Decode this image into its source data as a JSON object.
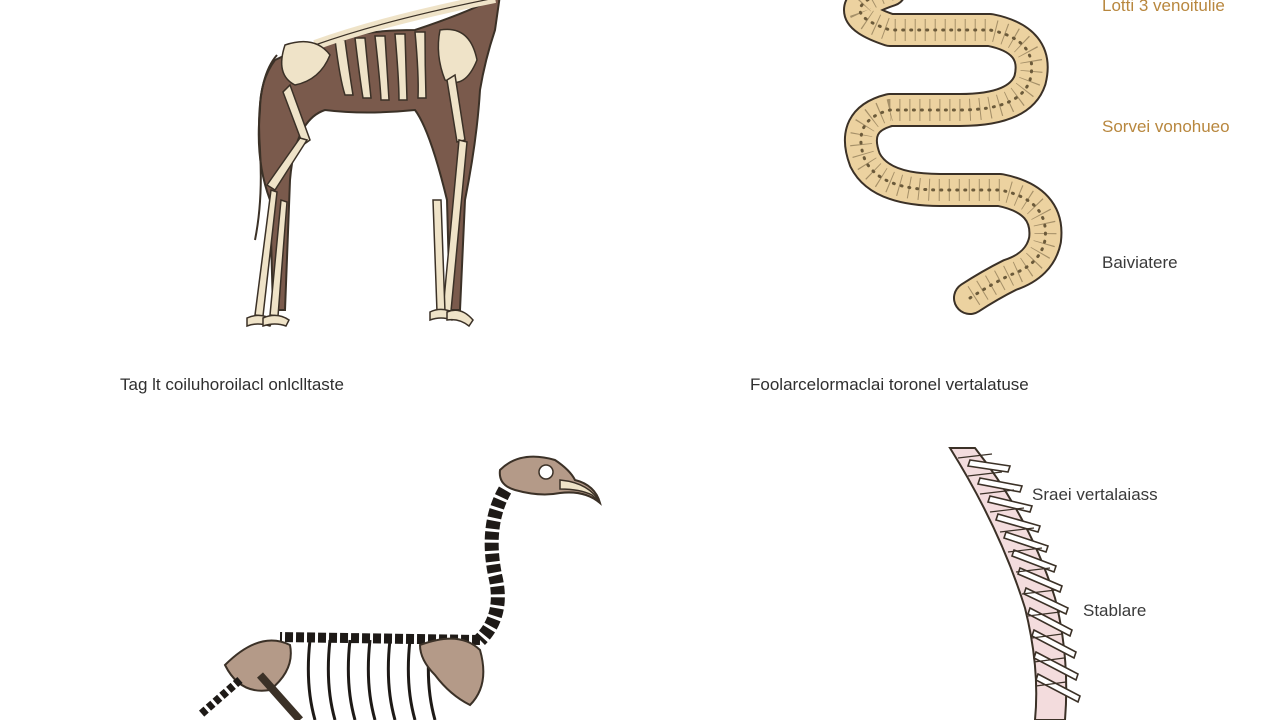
{
  "captions": {
    "top_left": "Tag lt coiluhoroilacl onlclltaste",
    "top_right": "Foolarcelormaclai toronel vertalatuse"
  },
  "snake_labels": {
    "top": "Lotti 3 venoitulie",
    "middle": "Sorvei vonohueo",
    "bottom": "Baiviatere"
  },
  "spine_labels": {
    "top": "Sraei vertalaiass",
    "middle": "Stablare"
  },
  "colors": {
    "bone": "#efe3c8",
    "bone_outline": "#3b3127",
    "body_brown": "#7a5a4c",
    "snake_fill": "#ecd2a0",
    "snake_dots": "#6b5a3a",
    "spine_pink": "#f3dcdd",
    "label_gold": "#b8873e"
  }
}
